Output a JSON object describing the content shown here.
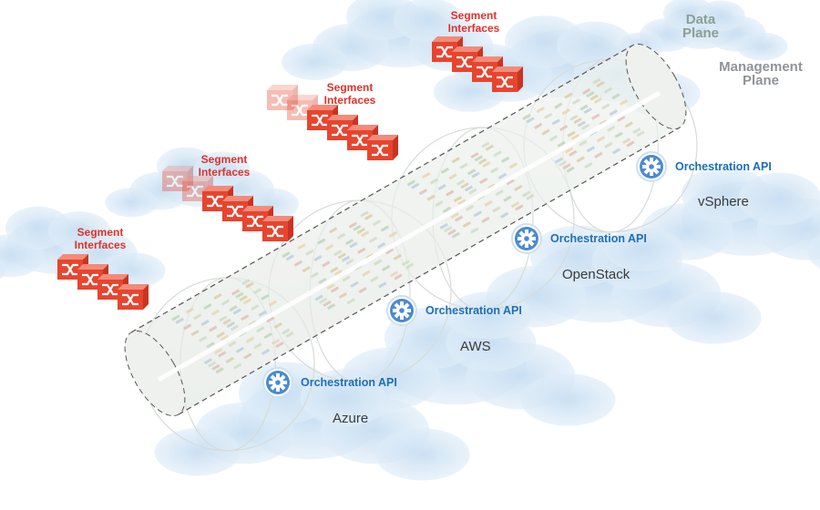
{
  "planes": {
    "data": "Data\nPlane",
    "management": "Management\nPlane"
  },
  "segment_groups": [
    {
      "label": "Segment\nInterfaces",
      "icon": "segment-interface-icon"
    },
    {
      "label": "Segment\nInterfaces",
      "icon": "segment-interface-icon"
    },
    {
      "label": "Segment\nInterfaces",
      "icon": "segment-interface-icon"
    },
    {
      "label": "Segment\nInterfaces",
      "icon": "segment-interface-icon"
    }
  ],
  "clouds": [
    {
      "name": "Azure",
      "api_label": "Orchestration API",
      "icon": "gear-icon"
    },
    {
      "name": "AWS",
      "api_label": "Orchestration API",
      "icon": "gear-icon"
    },
    {
      "name": "OpenStack",
      "api_label": "Orchestration API",
      "icon": "gear-icon"
    },
    {
      "name": "vSphere",
      "api_label": "Orchestration API",
      "icon": "gear-icon"
    }
  ],
  "colors": {
    "segment_red": "#e8442e",
    "segment_red_dark": "#c93422",
    "api_blue": "#1f6fb5",
    "gear_blue": "#4a8bd0",
    "cloud_blue": "#cfe3f3",
    "plane_green": "#8a9f93",
    "plane_grey": "#8f9499"
  }
}
